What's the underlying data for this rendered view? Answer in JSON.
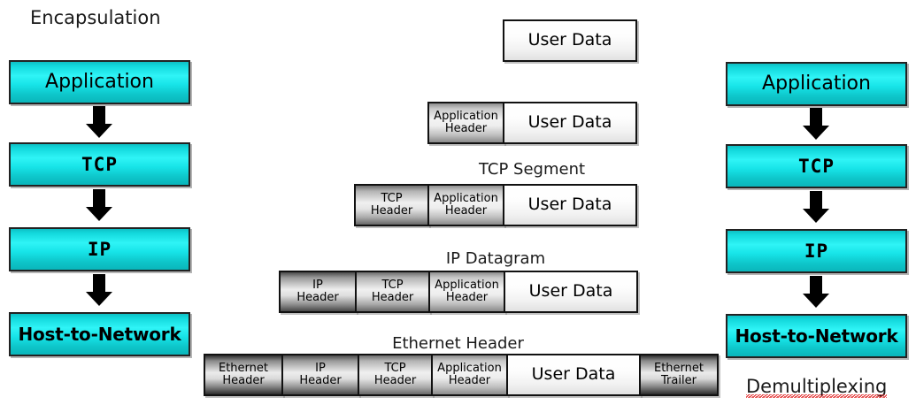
{
  "diagram": {
    "title_left": "Encapsulation",
    "title_right": "Demultiplexing",
    "left_stack": {
      "name": "encapsulation-stack",
      "layers": [
        {
          "label": "Application",
          "style": "app"
        },
        {
          "label": "TCP",
          "style": "mono"
        },
        {
          "label": "IP",
          "style": "mono"
        },
        {
          "label": "Host-to-Network",
          "style": "h2n"
        }
      ],
      "arrow_direction": "down"
    },
    "right_stack": {
      "name": "demultiplexing-stack",
      "layers": [
        {
          "label": "Application",
          "style": "app"
        },
        {
          "label": "TCP",
          "style": "mono"
        },
        {
          "label": "IP",
          "style": "mono"
        },
        {
          "label": "Host-to-Network",
          "style": "h2n"
        }
      ],
      "arrow_direction": "down"
    },
    "pdu_rows": [
      {
        "row_label": "",
        "cells": [
          {
            "text": "User Data",
            "kind": "data"
          }
        ]
      },
      {
        "row_label": "",
        "cells": [
          {
            "text": "Application\nHeader",
            "kind": "header",
            "depth": 1
          },
          {
            "text": "User Data",
            "kind": "data"
          }
        ]
      },
      {
        "row_label": "TCP Segment",
        "cells": [
          {
            "text": "TCP\nHeader",
            "kind": "header",
            "depth": 2
          },
          {
            "text": "Application\nHeader",
            "kind": "header",
            "depth": 1
          },
          {
            "text": "User Data",
            "kind": "data"
          }
        ]
      },
      {
        "row_label": "IP Datagram",
        "cells": [
          {
            "text": "IP\nHeader",
            "kind": "header",
            "depth": 3
          },
          {
            "text": "TCP\nHeader",
            "kind": "header",
            "depth": 2
          },
          {
            "text": "Application\nHeader",
            "kind": "header",
            "depth": 1
          },
          {
            "text": "User Data",
            "kind": "data"
          }
        ]
      },
      {
        "row_label": "Ethernet Header",
        "cells": [
          {
            "text": "Ethernet\nHeader",
            "kind": "header",
            "depth": 4
          },
          {
            "text": "IP\nHeader",
            "kind": "header",
            "depth": 3
          },
          {
            "text": "TCP\nHeader",
            "kind": "header",
            "depth": 2
          },
          {
            "text": "Application\nHeader",
            "kind": "header",
            "depth": 1
          },
          {
            "text": "User Data",
            "kind": "data"
          },
          {
            "text": "Ethernet\nTrailer",
            "kind": "header",
            "depth": 4
          }
        ]
      }
    ],
    "colors": {
      "layer_box": "#1ee0e4",
      "layer_border": "#222222",
      "spellcheck_underline": "#e01b1b",
      "data_cell": "#f4f4f4",
      "background": "#ffffff"
    }
  }
}
